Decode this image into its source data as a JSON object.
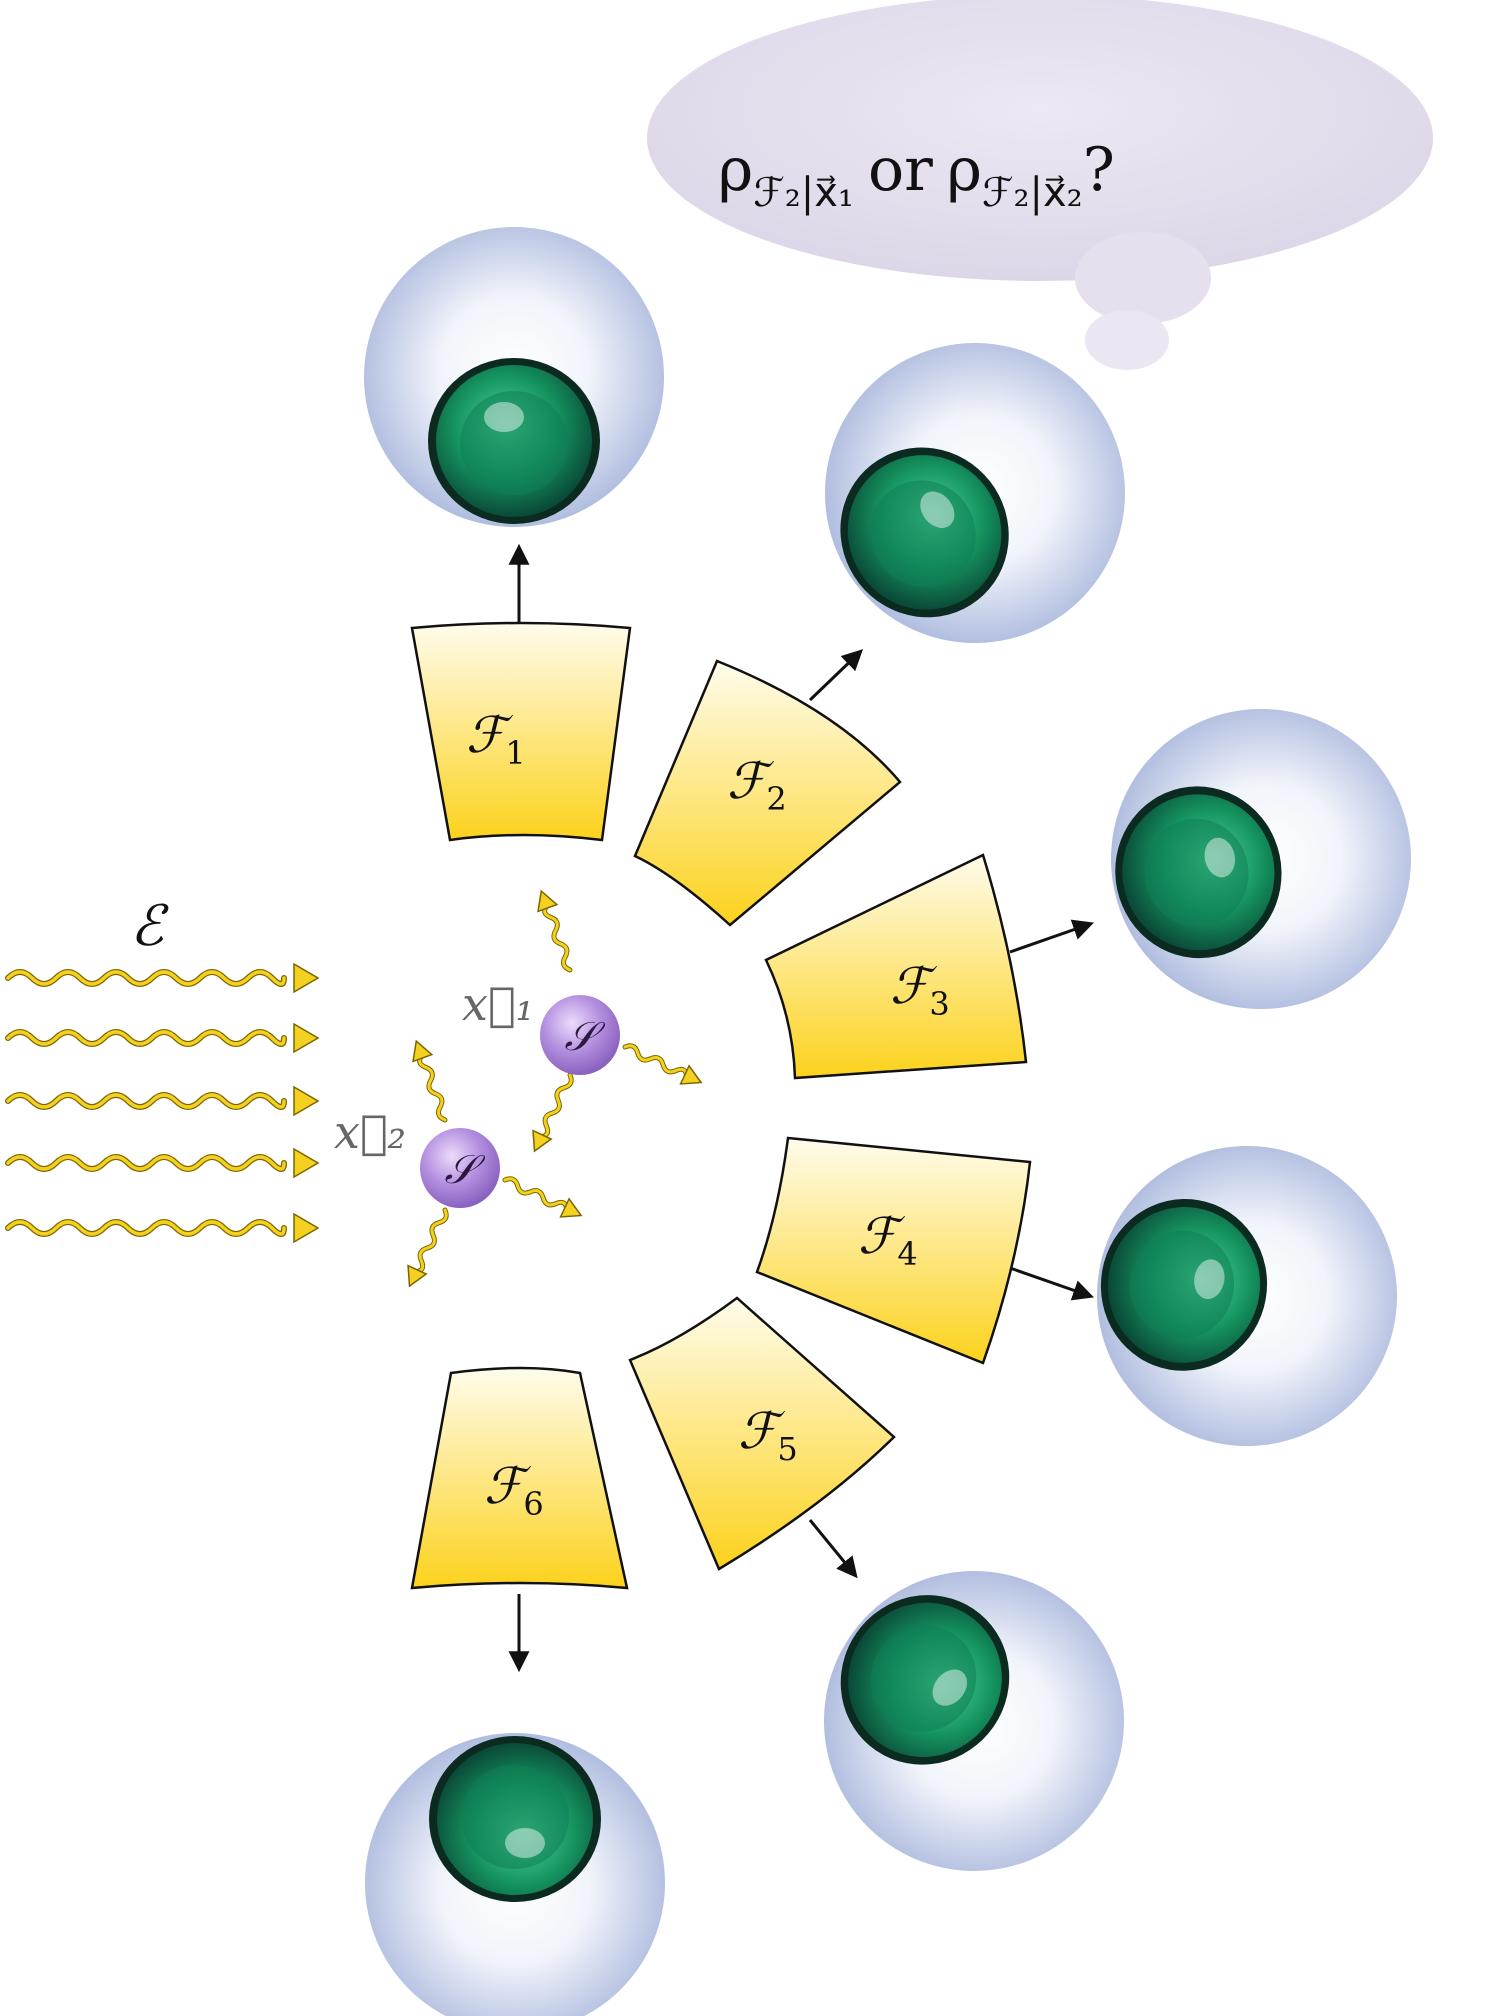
{
  "environment": {
    "label": "ℰ"
  },
  "thought_bubble": {
    "rho1": "ρ",
    "sub1": "ℱ₂|x⃗₁",
    "or": "or",
    "rho2": "ρ",
    "sub2": "ℱ₂|x⃗₂",
    "qmark": "?"
  },
  "systems": [
    {
      "position_label": "x⃗₁",
      "particle_label": "𝒮"
    },
    {
      "position_label": "x⃗₂",
      "particle_label": "𝒮"
    }
  ],
  "fragments": [
    {
      "symbol": "ℱ",
      "index": "1"
    },
    {
      "symbol": "ℱ",
      "index": "2"
    },
    {
      "symbol": "ℱ",
      "index": "3"
    },
    {
      "symbol": "ℱ",
      "index": "4"
    },
    {
      "symbol": "ℱ",
      "index": "5"
    },
    {
      "symbol": "ℱ",
      "index": "6"
    }
  ],
  "colors": {
    "fragment_fill_dark": "#fcd21c",
    "fragment_fill_light": "#fffdf0",
    "photon": "#f2cc1a",
    "photon_outline": "#8a7300",
    "particle": "#b48fe0",
    "bubble": "#e8e2ef",
    "eyeball": "#b8c4e2",
    "iris": "#1c9a6a"
  },
  "icons": [
    "eye-icon",
    "photon-wave-icon",
    "arrow-icon"
  ]
}
